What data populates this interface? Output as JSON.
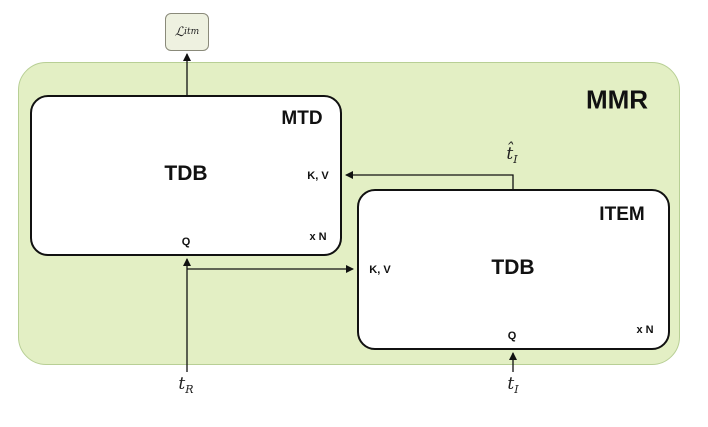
{
  "container": {
    "label": "MMR"
  },
  "modules": {
    "mtd": {
      "title": "MTD",
      "block": "TDB",
      "kv": "K, V",
      "q": "Q",
      "repeat": "x N"
    },
    "item": {
      "title": "ITEM",
      "block": "TDB",
      "kv": "K, V",
      "q": "Q",
      "repeat": "x N"
    }
  },
  "loss": {
    "symbol": "ℒ",
    "subscript": "itm"
  },
  "inputs": {
    "t_r": {
      "base": "t",
      "sub": "R"
    },
    "t_i": {
      "base": "t",
      "sub": "I"
    },
    "t_i_hat": {
      "base": "t̂",
      "sub": "I"
    }
  },
  "colors": {
    "container_fill": "#e3efc4",
    "container_border": "#b8cf95",
    "line": "#111111"
  }
}
